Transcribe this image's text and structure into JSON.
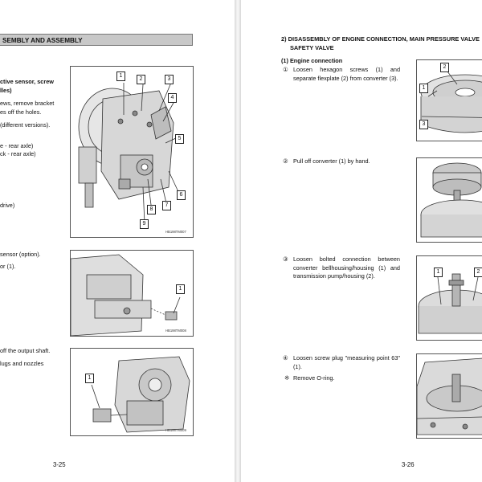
{
  "left": {
    "section_header": "SEMBLY AND ASSEMBLY",
    "sub1": {
      "title_line1": "ctive sensor, screw",
      "title_line2": "lles)",
      "lines": [
        "ews, remove bracket",
        "es off the holes.",
        "(different versions).",
        "e - rear axle)",
        "ck - rear axle)",
        "drive)"
      ]
    },
    "sub2": {
      "lines": [
        "sensor (option).",
        "or (1)."
      ]
    },
    "sub3": {
      "lines": [
        "off the output shaft.",
        "lugs and nozzles"
      ]
    },
    "fig1": {
      "callouts": [
        "1",
        "2",
        "3",
        "4",
        "5",
        "6",
        "7",
        "8",
        "9"
      ],
      "code": "HB198TM007"
    },
    "fig2": {
      "callouts": [
        "1"
      ],
      "code": "HB198TM008"
    },
    "fig3": {
      "callouts": [
        "1"
      ],
      "code": "HB198TM009"
    },
    "page_number": "3-25"
  },
  "right": {
    "heading_line1": "2) DISASSEMBLY OF ENGINE CONNECTION, MAIN PRESSURE VALVE",
    "heading_line2": "SAFETY VALVE",
    "subheading": "(1) Engine connection",
    "step1": {
      "marker": "①",
      "text": "Loosen hexagon screws (1) and separate flexplate (2) from converter (3)."
    },
    "step2": {
      "marker": "②",
      "text": "Pull off converter (1) by hand."
    },
    "step3": {
      "marker": "③",
      "text": "Loosen bolted connection between converter bellhousing/housing (1) and transmission pump/housing (2)."
    },
    "step4": {
      "marker": "④",
      "text": "Loosen screw plug \"measuring point 63\" (1)."
    },
    "bullet": {
      "marker": "※",
      "text": "Remove O-ring."
    },
    "fig1": {
      "callouts": [
        "2",
        "1",
        "3"
      ]
    },
    "fig3": {
      "callouts": [
        "1",
        "2"
      ]
    },
    "page_number": "3-26"
  }
}
